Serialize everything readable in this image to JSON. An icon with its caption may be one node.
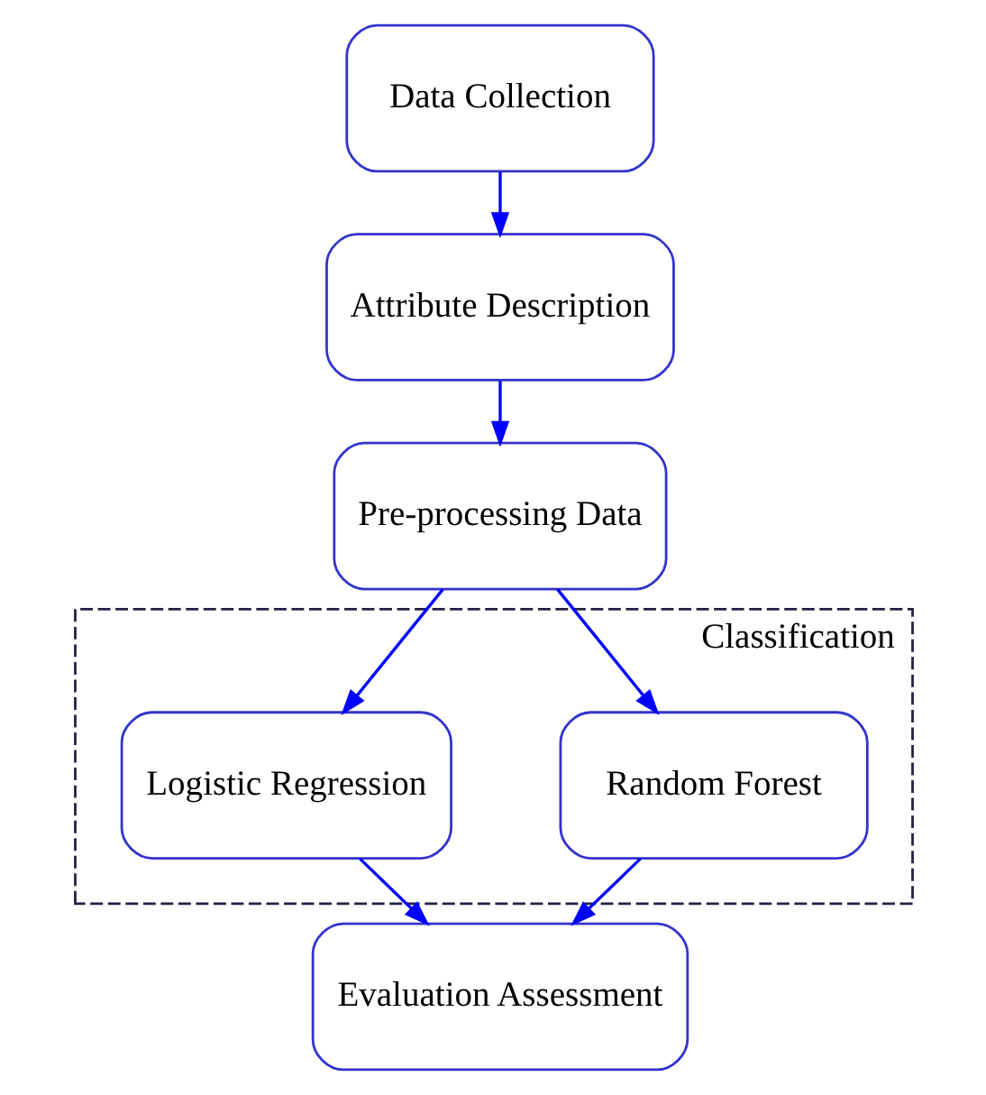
{
  "diagram": {
    "nodes": [
      {
        "text": [
          "Data Collection"
        ]
      },
      {
        "text": [
          "Attribute Description"
        ]
      },
      {
        "text": [
          "Pre-processing Data"
        ]
      },
      {
        "text": [
          "Classification"
        ]
      },
      {
        "text": [
          "Random Forest"
        ],
        "in": 3
      },
      {
        "text": [
          "Logistic Regression"
        ],
        "in": 3
      },
      {
        "text": [
          "Evaluation Assessment"
        ]
      }
    ],
    "edges": [
      {
        "from": 0,
        "to": 1,
        "arrow": "to"
      },
      {
        "from": 1,
        "to": 2,
        "arrow": "to"
      },
      {
        "from": 2,
        "to": 4,
        "arrow": "to"
      },
      {
        "from": 2,
        "to": 5,
        "arrow": "to"
      },
      {
        "from": 4,
        "to": 6,
        "arrow": "to"
      },
      {
        "from": 5,
        "to": 6,
        "arrow": "to"
      }
    ]
  }
}
